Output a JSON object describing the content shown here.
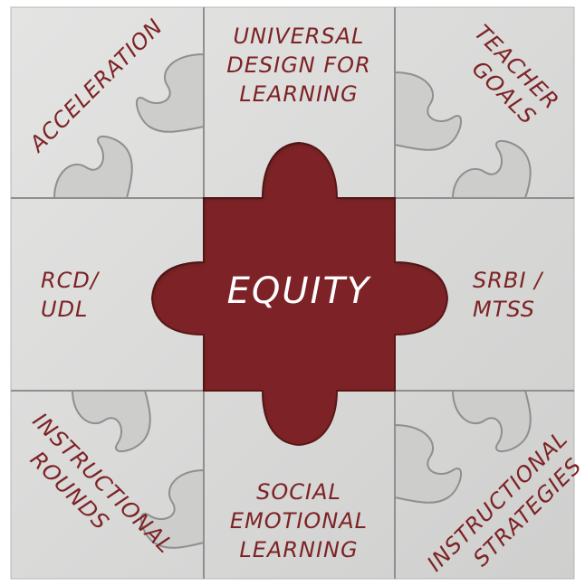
{
  "center": {
    "label": "EQUITY"
  },
  "pieces": {
    "top_left": {
      "lines": [
        "ACCELERATION"
      ]
    },
    "top_center": {
      "lines": [
        "UNIVERSAL",
        "DESIGN FOR",
        "LEARNING"
      ]
    },
    "top_right": {
      "lines": [
        "TEACHER",
        "GOALS"
      ]
    },
    "middle_left": {
      "lines": [
        "RCD/",
        "UDL"
      ]
    },
    "middle_right": {
      "lines": [
        "SRBI /",
        "MTSS"
      ]
    },
    "bottom_left": {
      "lines": [
        "INSTRUCTIONAL",
        "ROUNDS"
      ]
    },
    "bottom_center": {
      "lines": [
        "SOCIAL",
        "EMOTIONAL",
        "LEARNING"
      ]
    },
    "bottom_right": {
      "lines": [
        "INSTRUCTIONAL",
        "STRATEGIES"
      ]
    }
  },
  "colors": {
    "piece_fill": "#d9d9d8",
    "center_fill": "#7d2325",
    "accent_text": "#7d2325",
    "seam": "#8f8f8f"
  }
}
